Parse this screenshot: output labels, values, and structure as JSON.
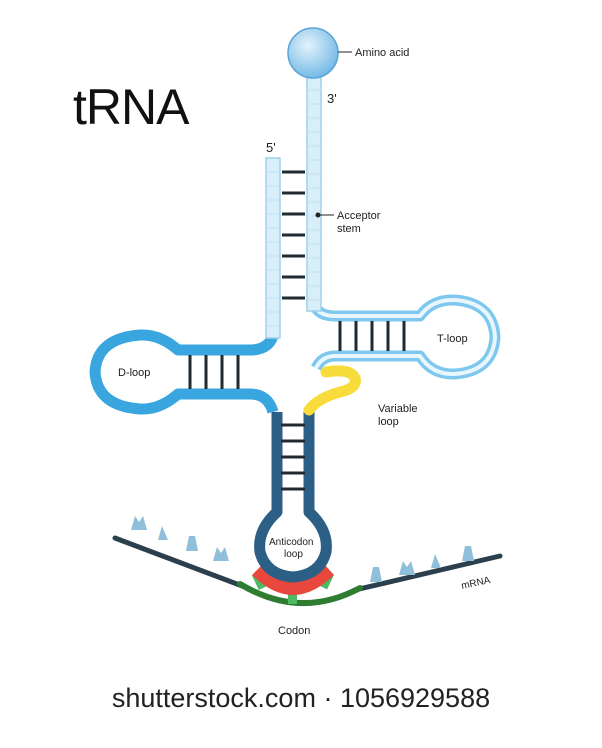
{
  "title": "tRNA",
  "labels": {
    "amino_acid": "Amino acid",
    "three_prime": "3'",
    "five_prime": "5'",
    "acceptor_stem": [
      "Acceptor",
      "stem"
    ],
    "t_loop": "T-loop",
    "d_loop": "D-loop",
    "variable_loop": [
      "Variable",
      "loop"
    ],
    "anticodon_loop": [
      "Anticodon",
      "loop"
    ],
    "codon": "Codon",
    "mrna": "mRNA"
  },
  "watermark": "shutterstock.com · 1056929588",
  "colors": {
    "acceptor_stem": "#d8eef9",
    "acceptor_outline": "#9fd0ec",
    "d_arm": "#3aa6e0",
    "t_arm_outer": "#7ec8ef",
    "t_arm_inner": "#e9f6fc",
    "variable_loop": "#f7dc3b",
    "anticodon_arm": "#2c5f86",
    "anticodon_bases": "#e8473d",
    "codon_bases": "#4dbb63",
    "codon_strand": "#2f7d32",
    "mrna_strand": "#2b3f4d",
    "mrna_bases": "#8fbfda",
    "rungs": "#1f2a33",
    "amino_acid": "#8cc7ec"
  }
}
